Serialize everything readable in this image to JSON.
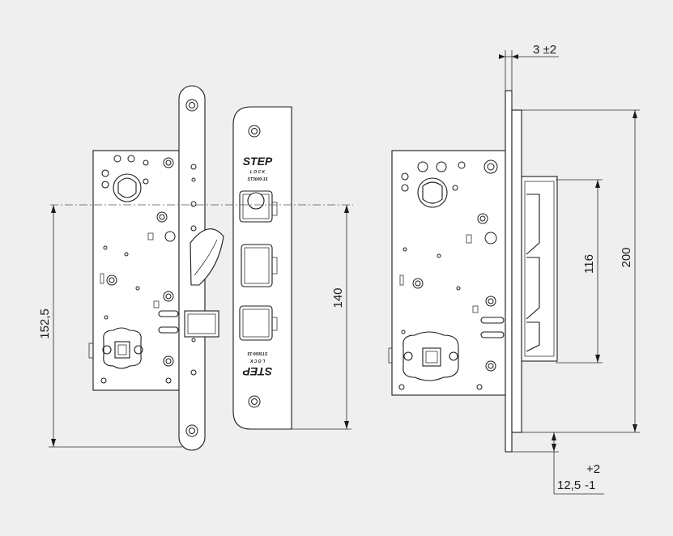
{
  "dimensions": {
    "backset": "152,5",
    "faceplate_hole_spacing": "140",
    "latch_height": "116",
    "faceplate_length": "200",
    "faceplate_offset": "3 ±2",
    "case_offset_value": "12,5",
    "case_offset_tol_plus": "+2",
    "case_offset_tol_minus": "-1"
  },
  "strike_plate": {
    "brand": "STEP",
    "brand_sub": "L O C K",
    "model": "ST3000-15"
  },
  "colors": {
    "background": "#efefef",
    "line": "#1b1b1b",
    "part_fill": "#ffffff"
  }
}
